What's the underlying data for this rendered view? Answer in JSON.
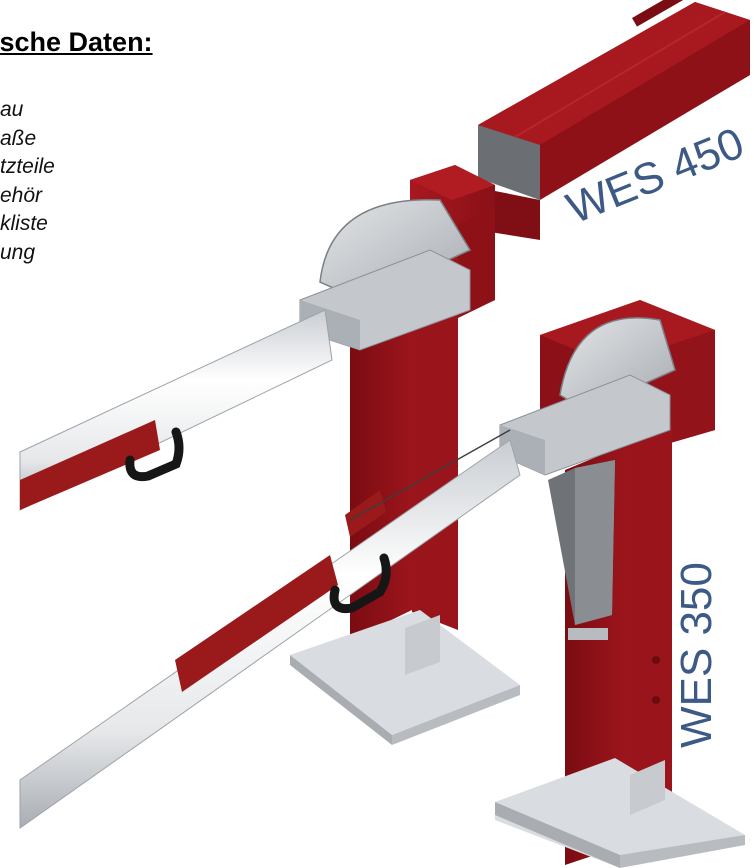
{
  "heading": "ische Daten:",
  "menu": {
    "items": [
      "au",
      "aße",
      "tzteile",
      "ehör",
      "kliste",
      "ung"
    ]
  },
  "labels": {
    "model_top": "WES 450",
    "model_bottom": "WES 350"
  },
  "colors": {
    "housing_red": "#8f1118",
    "boom_white": "#f2f2f2",
    "boom_stripe": "#9a1a1c",
    "base_plate": "#d7dbdf",
    "label_blue": "#3d5a86"
  }
}
